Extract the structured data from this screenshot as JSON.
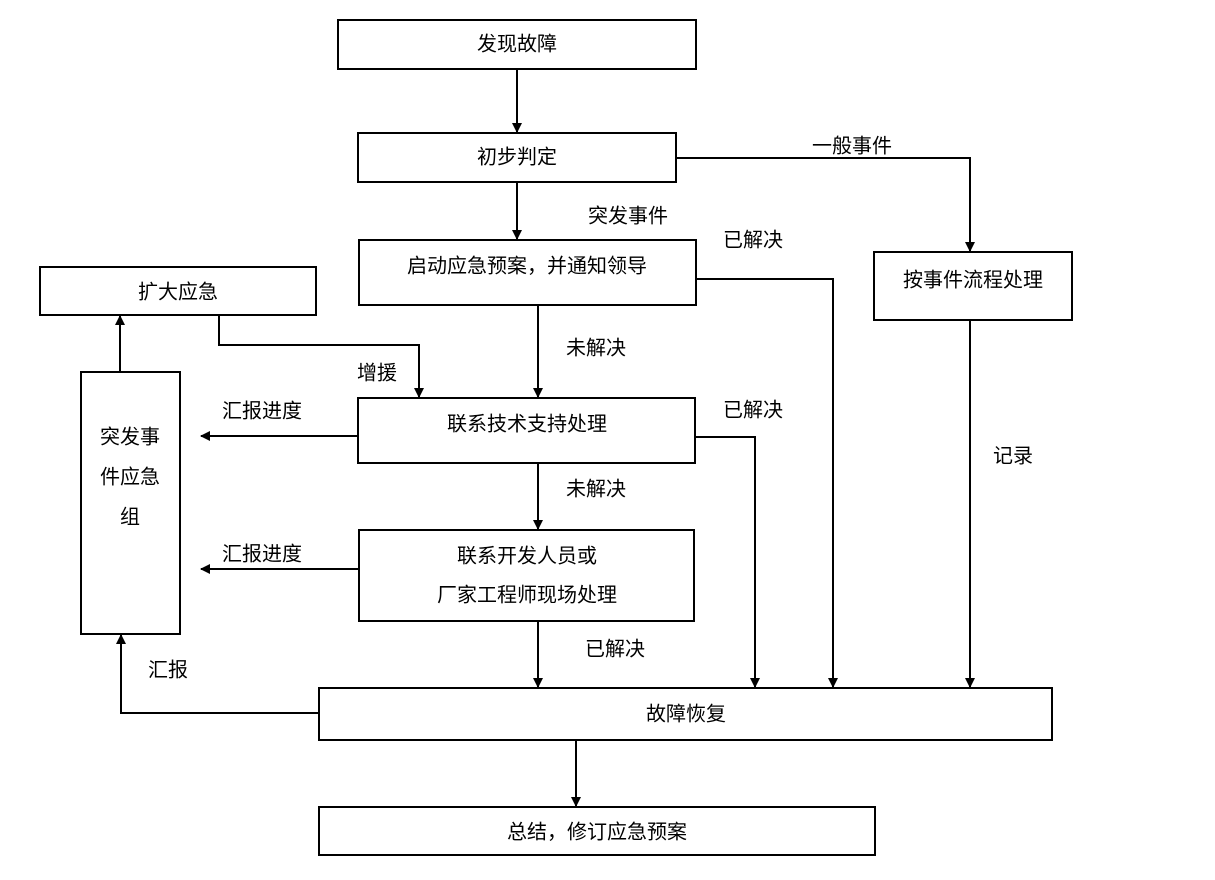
{
  "nodes": {
    "discover": "发现故障",
    "initial_judgment": "初步判定",
    "start_plan": "启动应急预案，并通知领导",
    "event_process": "按事件流程处理",
    "expand": "扩大应急",
    "group_line1": "突发事",
    "group_line2": "件应急",
    "group_line3": "组",
    "tech_support": "联系技术支持处理",
    "dev_line1": "联系开发人员或",
    "dev_line2": "厂家工程师现场处理",
    "recovery": "故障恢复",
    "summary": "总结，修订应急预案"
  },
  "edge_labels": {
    "general_event": "一般事件",
    "sudden_event": "突发事件",
    "resolved_1": "已解决",
    "unresolved_1": "未解决",
    "reinforce": "增援",
    "report_progress_1": "汇报进度",
    "resolved_2": "已解决",
    "record": "记录",
    "unresolved_2": "未解决",
    "report_progress_2": "汇报进度",
    "resolved_3": "已解决",
    "report": "汇报"
  }
}
